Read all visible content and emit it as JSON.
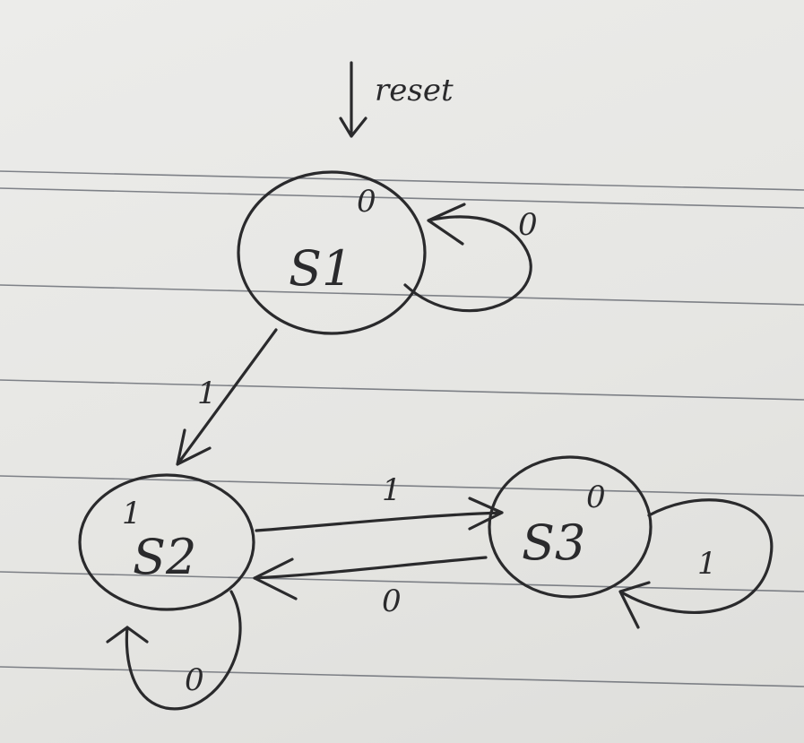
{
  "diagram": {
    "states": [
      {
        "id": "s1",
        "label": "S1"
      },
      {
        "id": "s2",
        "label": "S2",
        "mark": "1"
      },
      {
        "id": "s3",
        "label": "S3"
      }
    ],
    "reset_label": "reset",
    "transitions": [
      {
        "from": "s1",
        "to": "s1",
        "label": "0"
      },
      {
        "from": "s1",
        "to": "s2",
        "label": "1"
      },
      {
        "from": "s2",
        "to": "s3",
        "label": "1"
      },
      {
        "from": "s3",
        "to": "s2",
        "label": "0"
      },
      {
        "from": "s2",
        "to": "s2",
        "label": "0"
      },
      {
        "from": "s3",
        "to": "s3",
        "label": "1"
      }
    ],
    "state_outputs": {
      "s1": "0",
      "s3": "0"
    },
    "colors": {
      "ink": "#2a2a2c",
      "paper": "#e9e9e6",
      "rule": "#5b5f68"
    }
  }
}
